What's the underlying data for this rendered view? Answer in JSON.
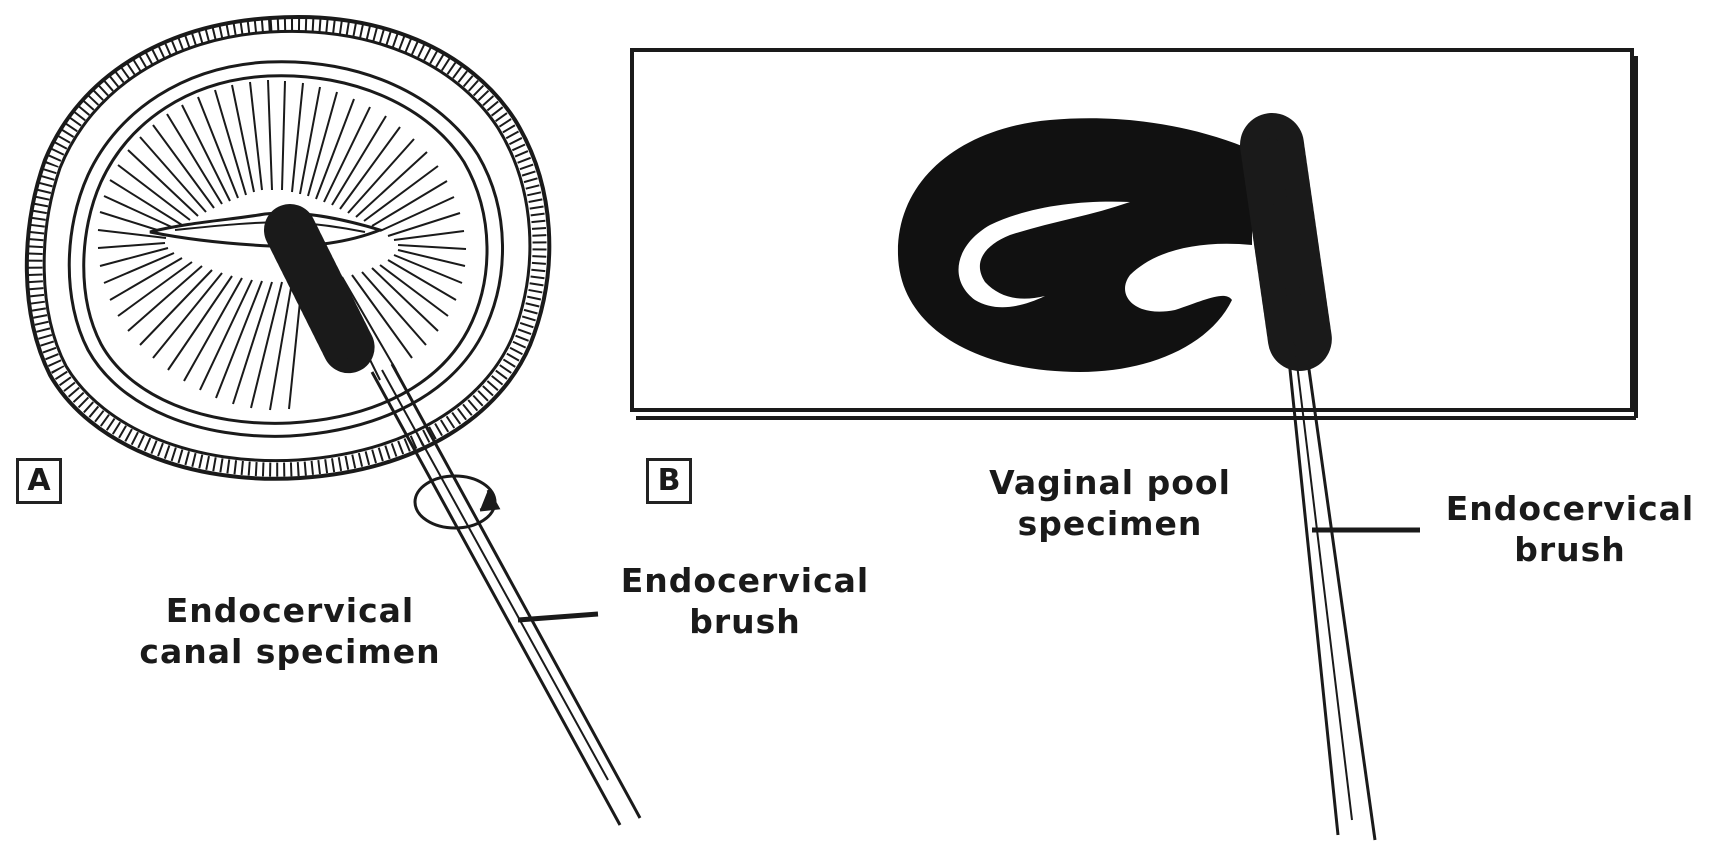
{
  "panel_a": {
    "tag": "A",
    "specimen_label_line1": "Endocervical",
    "specimen_label_line2": "canal specimen",
    "brush_label_line1": "Endocervical",
    "brush_label_line2": "brush"
  },
  "panel_b": {
    "tag": "B",
    "specimen_label_line1": "Vaginal pool",
    "specimen_label_line2": "specimen",
    "brush_label_line1": "Endocervical",
    "brush_label_line2": "brush"
  },
  "colors": {
    "ink": "#1a1a1a",
    "background": "#ffffff"
  }
}
